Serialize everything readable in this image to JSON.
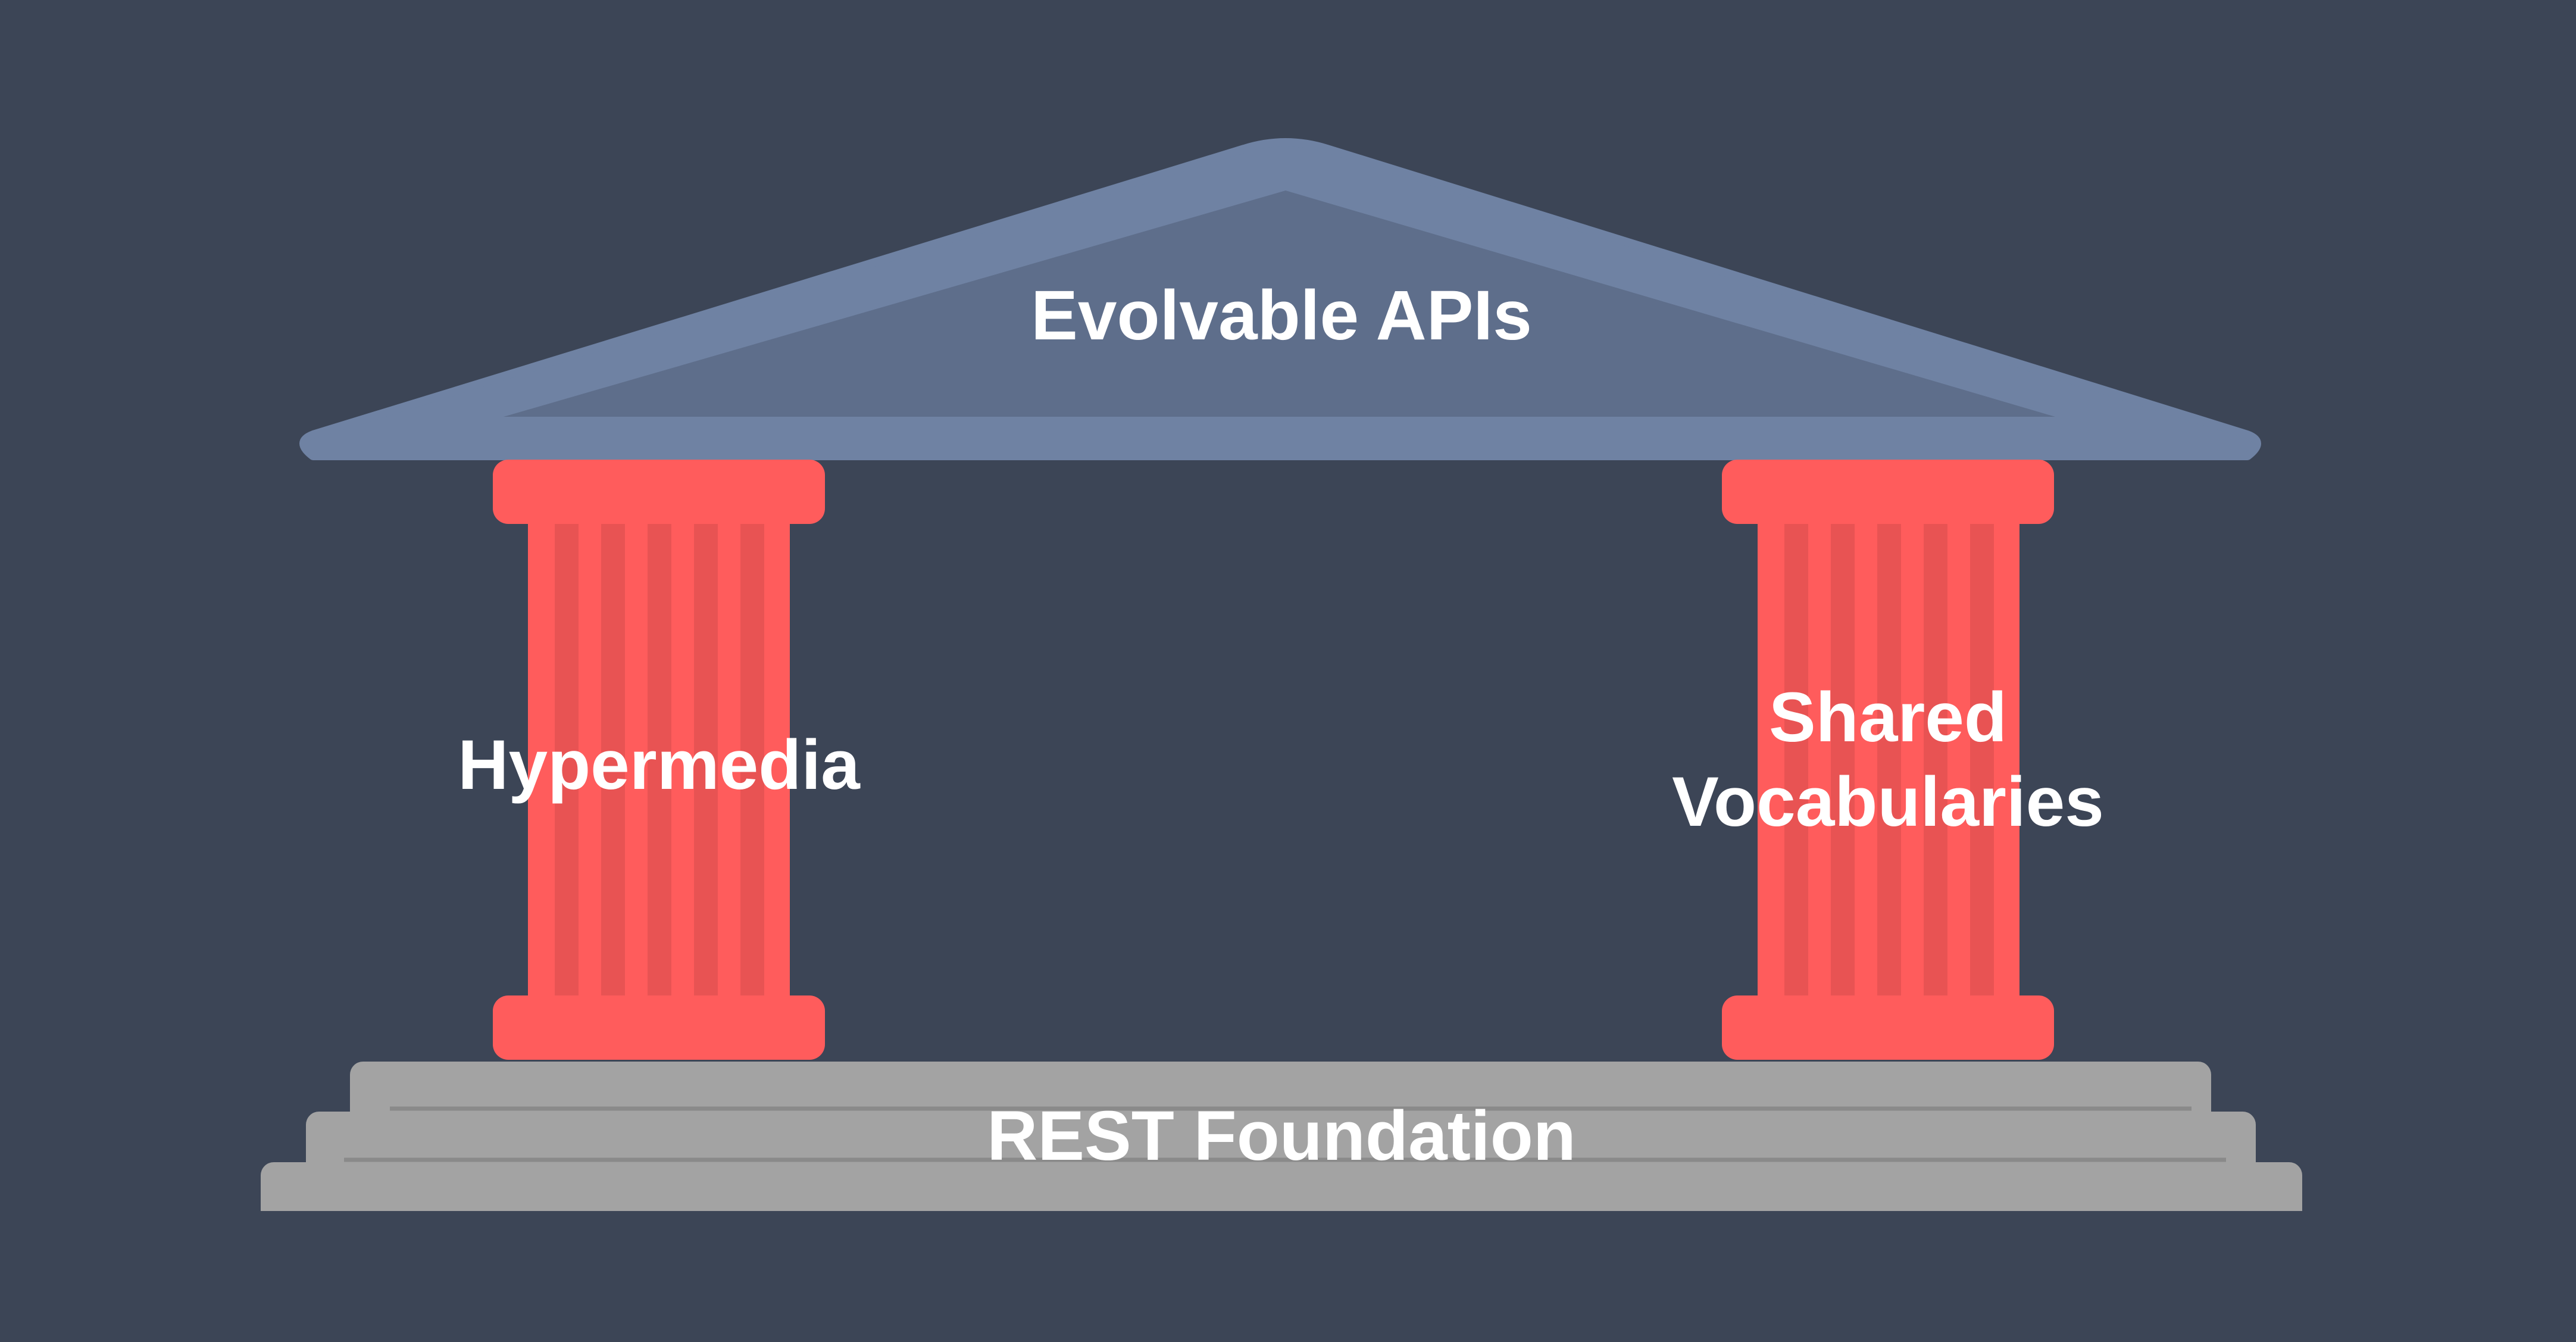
{
  "colors": {
    "background": "#3c4556",
    "roof_outer": "#6f82a3",
    "roof_inner": "#5e6e8b",
    "column": "#ff5c5c",
    "column_flute": "#e85353",
    "steps": "#a3a3a3",
    "step_line": "#8a8a8a",
    "text": "#ffffff"
  },
  "diagram": {
    "roof_label": "Evolvable APIs",
    "left_column_label": "Hypermedia",
    "right_column_label_line1": "Shared",
    "right_column_label_line2": "Vocabularies",
    "foundation_label": "REST Foundation"
  }
}
